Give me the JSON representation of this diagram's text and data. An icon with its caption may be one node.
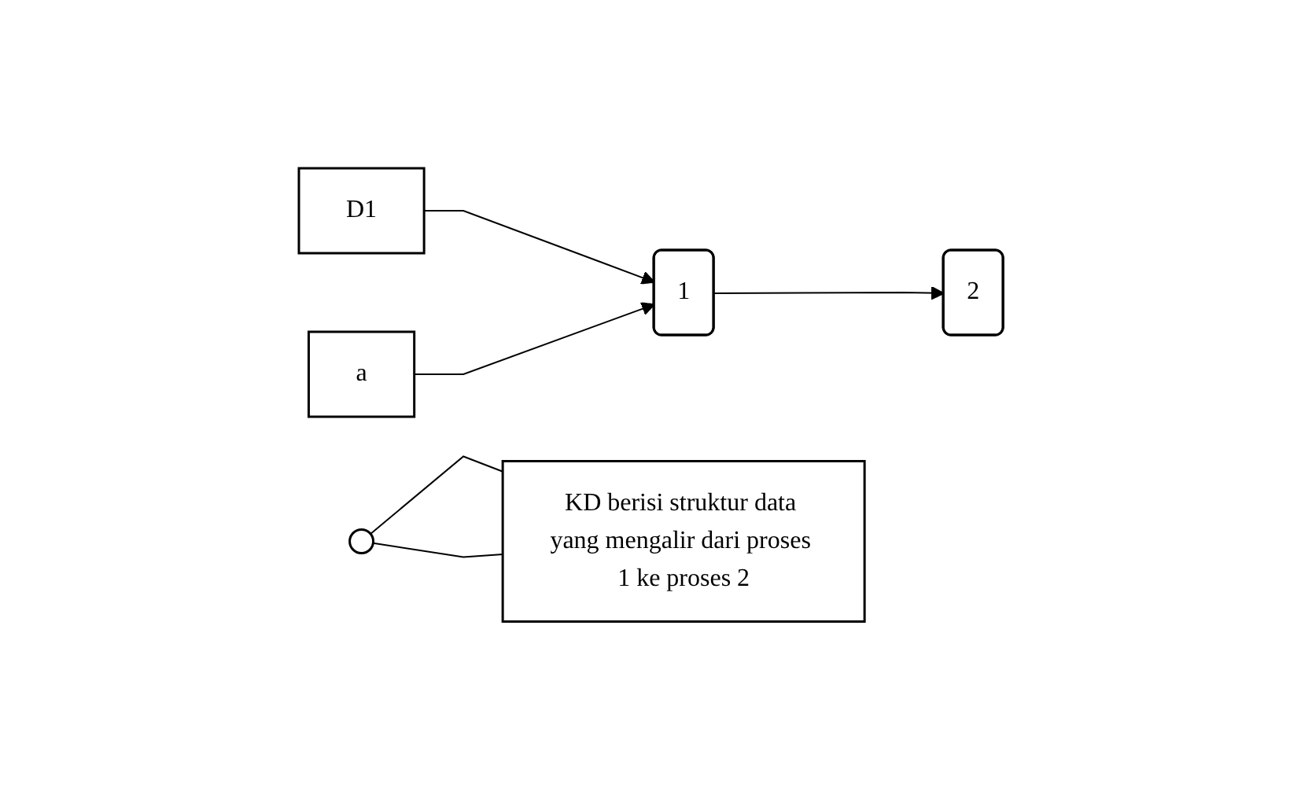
{
  "diagram": {
    "nodes": [
      {
        "text": [
          "D1"
        ]
      },
      {
        "text": [
          "a"
        ]
      },
      {
        "text": [
          "1"
        ]
      },
      {
        "text": [
          "2"
        ]
      },
      {
        "text": [],
        "shape": "circle"
      },
      {
        "text": [
          "KD berisi struktur data yang mengalir dari proses 1 ke proses 2"
        ]
      }
    ],
    "edges": [
      {
        "from": 0,
        "to": 2,
        "arrow": "to"
      },
      {
        "from": 1,
        "to": 2,
        "arrow": "to"
      },
      {
        "from": 2,
        "to": 3,
        "arrow": "to"
      },
      {
        "from": 4,
        "to": 5,
        "arrow": "none"
      },
      {
        "from": 4,
        "to": 5,
        "arrow": "none"
      }
    ]
  }
}
